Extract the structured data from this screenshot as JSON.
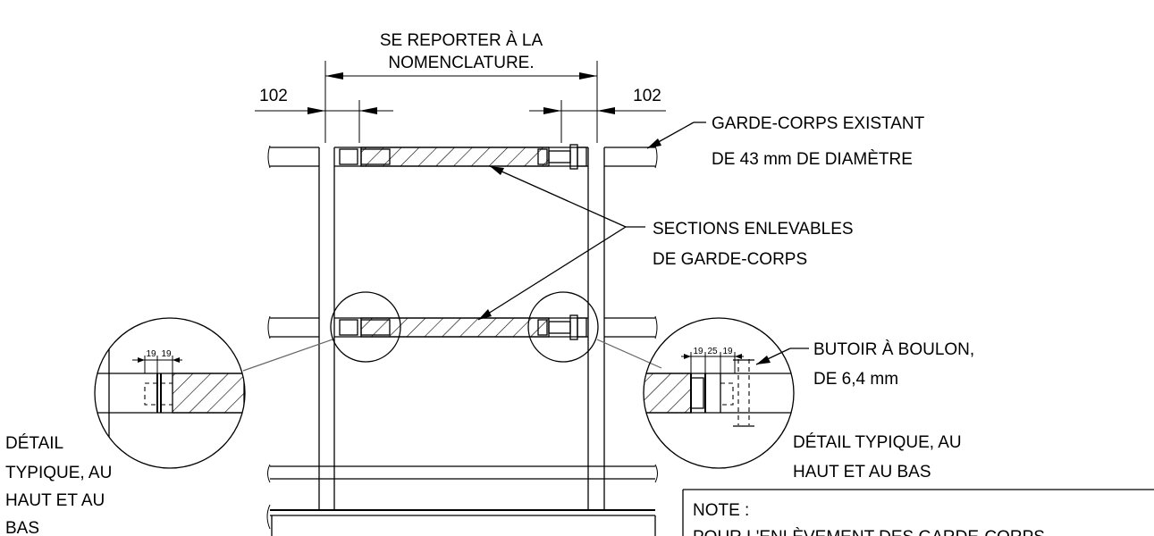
{
  "labels": {
    "top_note_line1": "SE REPORTER À LA",
    "top_note_line2": "NOMENCLATURE.",
    "dim_left": "102",
    "dim_right": "102",
    "existing_rail_line1": "GARDE-CORPS EXISTANT",
    "existing_rail_line2": "DE 43 mm DE DIAMÈTRE",
    "removable_line1": "SECTIONS ENLEVABLES",
    "removable_line2": "DE GARDE-CORPS",
    "bolt_stop_line1": "BUTOIR À BOULON,",
    "bolt_stop_line2": "DE 6,4 mm",
    "detail_right_line1": "DÉTAIL TYPIQUE, AU",
    "detail_right_line2": "HAUT ET AU BAS",
    "detail_left_line1": "DÉTAIL",
    "detail_left_line2": "TYPIQUE, AU",
    "detail_left_line3": "HAUT ET AU",
    "detail_left_line4": "BAS",
    "note_title": "NOTE :",
    "note_body": "POUR L'ENLÈVEMENT DES GARDE-CORPS"
  },
  "detail_dims": {
    "left_a": "19",
    "left_b": "19",
    "right_a": "19",
    "right_b": "25",
    "right_c": "19"
  }
}
